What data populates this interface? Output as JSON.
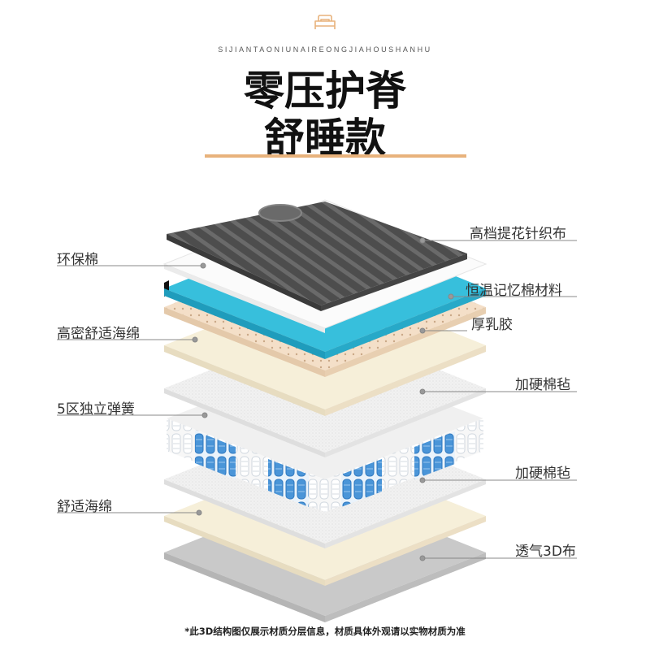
{
  "header": {
    "icon": "bed-icon",
    "subtitle": "SIJIANTAONIUNAIREONGJIAHOUSHANHU",
    "title_line1": "零压护脊",
    "title_line2": "舒睡款"
  },
  "colors": {
    "accent": "#e8b27c",
    "knit_fabric": "#4a4a4a",
    "memory_foam": "#2fb8d6",
    "latex": "#f2dcc4",
    "comfort_foam": "#f6efd9",
    "felt": "#efefef",
    "spring_blue": "#3d8fd6",
    "breathable_3d": "#cfcfcf"
  },
  "labels": {
    "knit_fabric": "高档提花针织布",
    "eco_cotton": "环保棉",
    "memory_foam": "恒温记忆棉材料",
    "latex": "厚乳胶",
    "high_density_foam": "高密舒适海绵",
    "felt_top": "加硬棉毡",
    "spring_zone": "5区独立弹簧",
    "felt_bottom": "加硬棉毡",
    "comfort_sponge": "舒适海绵",
    "breathable_3d": "透气3D布"
  },
  "footnote": "*此3D结构图仅展示材质分层信息，材质具体外观请以实物材质为准"
}
